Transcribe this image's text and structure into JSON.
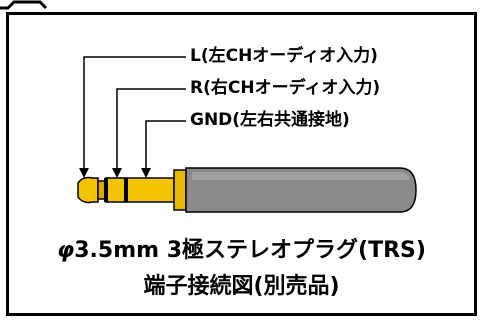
{
  "labels": {
    "l_channel": "L(左CHオーディオ入力)",
    "r_channel": "R(右CHオーディオ入力)",
    "gnd": "GND(左右共通接地)"
  },
  "caption": {
    "line1_symbol": "φ",
    "line1_text": "3.5mm 3極ステレオプラグ(TRS)",
    "line2": "端子接続図(別売品)"
  },
  "colors": {
    "plug_gold": "#f2c400",
    "plug_gold_dark": "#c99a00",
    "body_gray": "#8a8a8a",
    "frame": "#000000"
  }
}
